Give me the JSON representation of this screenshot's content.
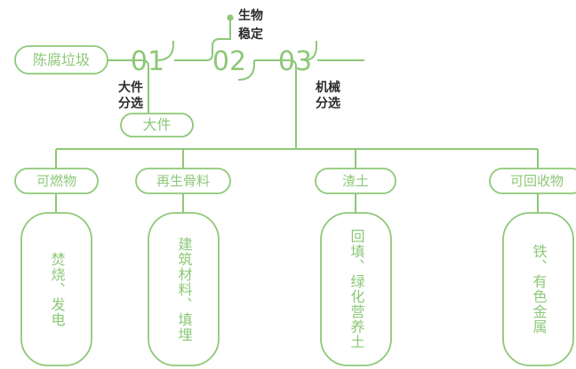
{
  "colors": {
    "line": "#8dc878",
    "green_text": "#8dc878",
    "dark_text": "#2b2b2b",
    "background": "#ffffff"
  },
  "source": {
    "label": "陈腐垃圾"
  },
  "stages": [
    {
      "number": "01",
      "process_label": "大件\n分选",
      "process_label_line1": "大件",
      "process_label_line2": "分选"
    },
    {
      "number": "02",
      "process_label": "生物\n稳定",
      "process_label_line1": "生物",
      "process_label_line2": "稳定"
    },
    {
      "number": "03",
      "process_label": "机械\n分选",
      "process_label_line1": "机械",
      "process_label_line2": "分选"
    }
  ],
  "side_output": {
    "label": "大件"
  },
  "outputs": [
    {
      "pill": "可燃物",
      "detail": "焚烧、发电"
    },
    {
      "pill": "再生骨料",
      "detail": "建筑材料、填埋"
    },
    {
      "pill": "渣土",
      "detail": "回填、绿化营养土"
    },
    {
      "pill": "可回收物",
      "detail": "铁、有色金属"
    }
  ]
}
